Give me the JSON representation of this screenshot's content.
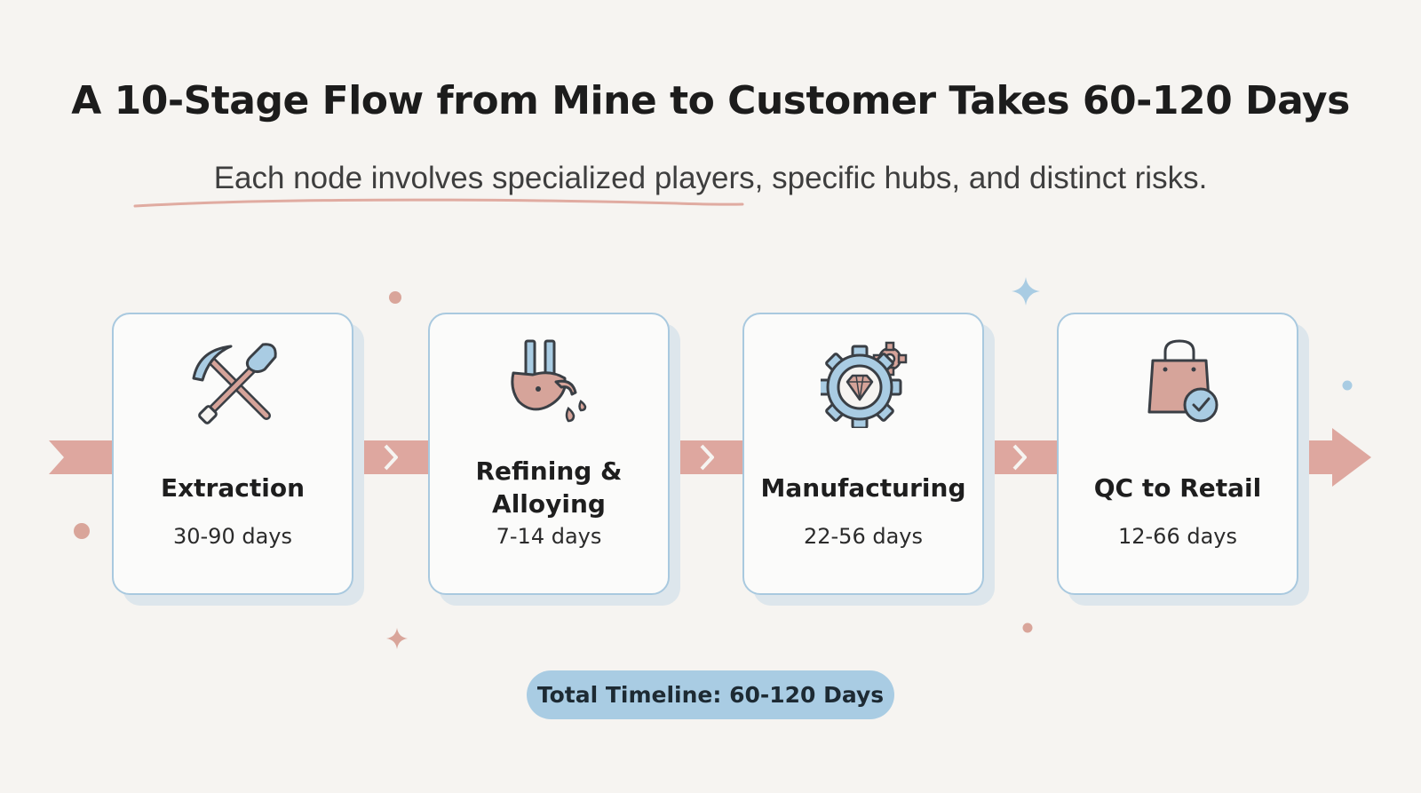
{
  "title": "A 10-Stage Flow from Mine to Customer Takes 60-120 Days",
  "subtitle": "Each node involves specialized players, specific hubs, and distinct risks.",
  "stages": [
    {
      "name": "Extraction",
      "days": "30-90 days",
      "icon": "pickaxe-shovel-icon"
    },
    {
      "name": "Refining & Alloying",
      "days": "7-14 days",
      "icon": "crucible-pour-icon"
    },
    {
      "name": "Manufacturing",
      "days": "22-56 days",
      "icon": "gear-diamond-icon"
    },
    {
      "name": "QC to Retail",
      "days": "12-66 days",
      "icon": "shopping-bag-check-icon"
    }
  ],
  "total_label": "Total Timeline: 60-120 Days",
  "colors": {
    "background": "#f6f4f1",
    "card_border": "#a9c9df",
    "card_shadow": "#dde6ec",
    "arrow": "#dea79f",
    "accent_blue": "#a9cce3",
    "accent_rose": "#d6a49a",
    "icon_stroke": "#3a3f45"
  }
}
